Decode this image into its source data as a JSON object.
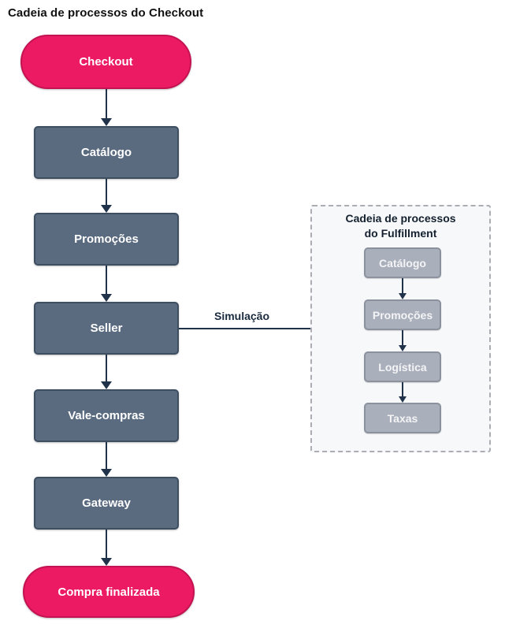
{
  "page": {
    "title": "Cadeia de processos do Checkout"
  },
  "colors": {
    "accent_pink": "#EC1A62",
    "pink_border": "#C41352",
    "node_slate": "#5A6B80",
    "node_slate_border": "#3D4E61",
    "node_gray": "#A9AFBB",
    "node_gray_border": "#8B919D",
    "arrow": "#20334A",
    "panel_background": "#F7F8FA",
    "panel_border": "#ABACB4"
  },
  "flow": {
    "start": "Checkout",
    "steps": [
      "Catálogo",
      "Promoções",
      "Seller",
      "Vale-compras",
      "Gateway"
    ],
    "end": "Compra finalizada",
    "connector_label": "Simulação"
  },
  "fulfillment": {
    "title_line1": "Cadeia de processos",
    "title_line2": "do Fulfillment",
    "steps": [
      "Catálogo",
      "Promoções",
      "Logística",
      "Taxas"
    ]
  }
}
